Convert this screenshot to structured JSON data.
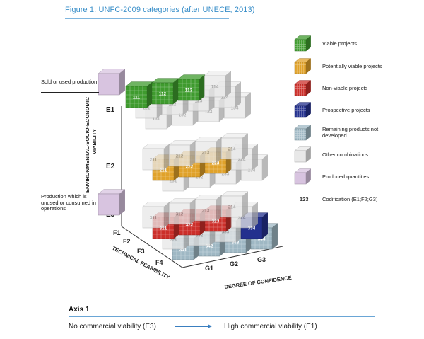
{
  "figure": {
    "title": "Figure 1: UNFC-2009 categories (after UNECE, 2013)"
  },
  "side_labels": {
    "sold": "Sold or used production",
    "unused": "Production which is unused or consumed in operations"
  },
  "axes": {
    "vertical": "ENVIRONMENTAL-SOCIO-ECONOMIC VIABILITY",
    "technical": "TECHNICAL FEASIBILITY",
    "confidence": "DEGREE OF CONFIDENCE",
    "e_levels": [
      "E1",
      "E2",
      "E3"
    ],
    "f_levels": [
      "F1",
      "F2",
      "F3",
      "F4"
    ],
    "g_levels": [
      "G1",
      "G2",
      "G3"
    ]
  },
  "colors": {
    "viable": "#3f9b2e",
    "potentially_viable": "#e0a22a",
    "non_viable": "#cc2f2a",
    "prospective": "#23308e",
    "remaining": "#9fb8c4",
    "other": "#e8e8e8",
    "produced": "#d8c4e0"
  },
  "legend": [
    {
      "key": "viable",
      "icon": "green-cube-icon",
      "label": "Viable projects"
    },
    {
      "key": "potentially_viable",
      "icon": "orange-cube-icon",
      "label": "Potentially viable projects"
    },
    {
      "key": "non_viable",
      "icon": "red-cube-icon",
      "label": "Non-viable projects"
    },
    {
      "key": "prospective",
      "icon": "blue-cube-icon",
      "label": "Prospective projects"
    },
    {
      "key": "remaining",
      "icon": "grey-blue-cube-icon",
      "label": "Remaining products not developed"
    },
    {
      "key": "other",
      "icon": "light-grey-cube-icon",
      "label": "Other combinations"
    },
    {
      "key": "produced",
      "icon": "lilac-cube-icon",
      "label": "Produced quantities"
    }
  ],
  "codification": {
    "code": "123",
    "label": "Codification (E1;F2;G3)"
  },
  "layers": {
    "E1": {
      "codes": [
        "111",
        "112",
        "113",
        "114",
        "121",
        "122",
        "123",
        "124",
        "131",
        "132",
        "133",
        "134"
      ]
    },
    "E2": {
      "codes": [
        "211",
        "212",
        "213",
        "214",
        "221",
        "222",
        "223",
        "224",
        "231",
        "232",
        "233",
        "234"
      ]
    },
    "E3": {
      "codes": [
        "311",
        "312",
        "313",
        "314",
        "321",
        "322",
        "323",
        "324",
        "331",
        "332",
        "333",
        "334",
        "341",
        "342",
        "343",
        "344"
      ]
    }
  },
  "axis1": {
    "title": "Axis 1",
    "low": "No commercial viability (E3)",
    "high": "High commercial viability (E1)"
  }
}
